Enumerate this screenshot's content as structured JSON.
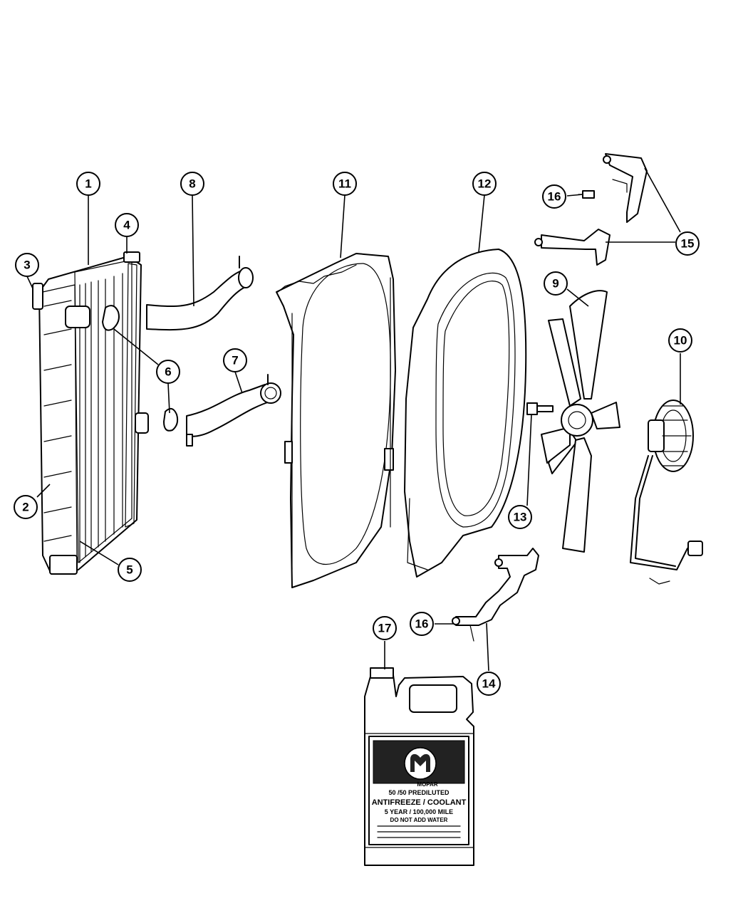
{
  "callouts": [
    "1",
    "2",
    "3",
    "4",
    "5",
    "6",
    "7",
    "8",
    "9",
    "10",
    "11",
    "12",
    "13",
    "14",
    "15",
    "16",
    "16",
    "17"
  ],
  "jug_label": {
    "brand": "MOPAR",
    "line1": "50 /50 PREDILUTED",
    "line2": "ANTIFREEZE / COOLANT",
    "line3": "5 YEAR / 100,000 MILE",
    "line4": "DO NOT ADD WATER"
  }
}
